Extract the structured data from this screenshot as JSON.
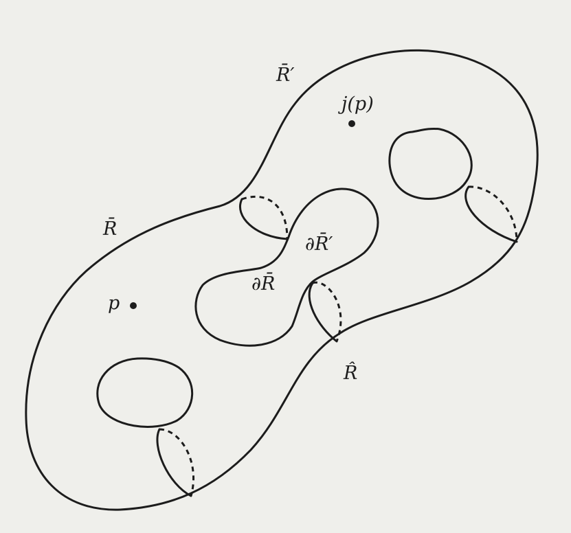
{
  "labels": {
    "r_bar_prime": "R̄′",
    "j_p": "j(p)",
    "r_bar": "R̄",
    "p": "p",
    "boundary_r_bar_prime": "∂R̄′",
    "boundary_r_bar": "∂R̄",
    "r_hat": "R̂"
  },
  "colors": {
    "stroke": "#1c1c1c",
    "background": "#efefeb"
  }
}
